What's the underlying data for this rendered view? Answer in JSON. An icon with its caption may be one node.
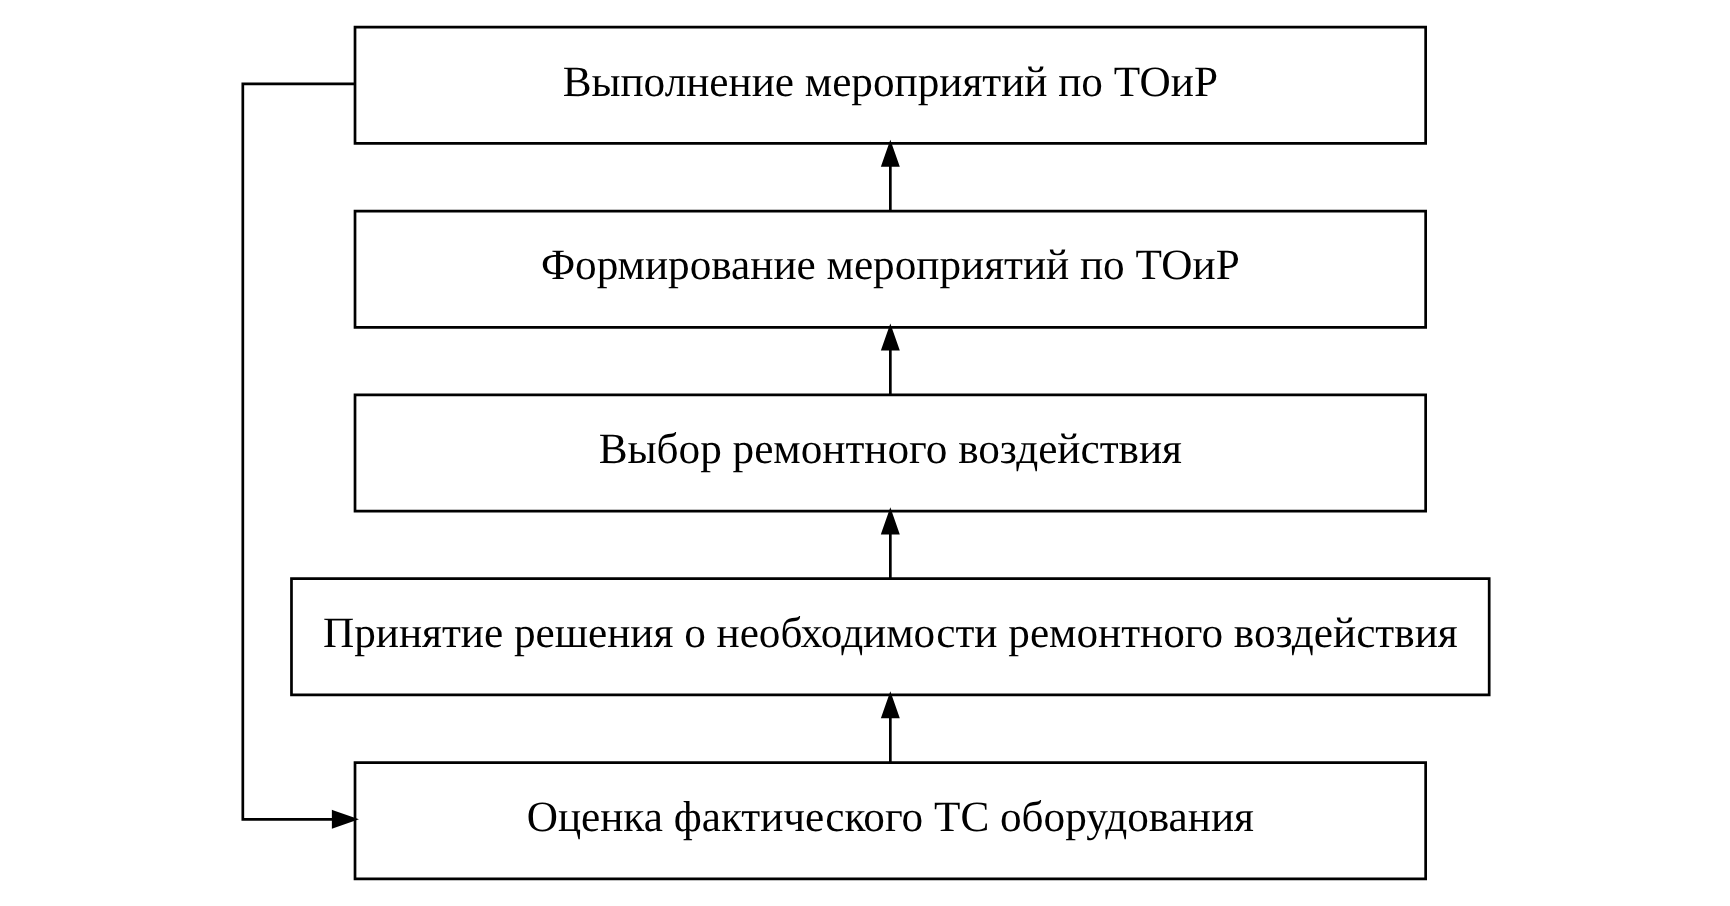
{
  "diagram": {
    "nodes": [
      {
        "text": [
          "Выполнение мероприятий по ТОиР"
        ]
      },
      {
        "text": [
          "Формирование мероприятий по ТОиР"
        ]
      },
      {
        "text": [
          "Выбор ремонтного воздействия"
        ]
      },
      {
        "text": [
          "Принятие решения о необходимости ремонтного воздействия"
        ]
      },
      {
        "text": [
          "Оценка фактического ТС оборудования"
        ]
      }
    ],
    "edges": [
      {
        "from": 4,
        "to": 3,
        "arrow": "to"
      },
      {
        "from": 3,
        "to": 2,
        "arrow": "to"
      },
      {
        "from": 2,
        "to": 1,
        "arrow": "to"
      },
      {
        "from": 1,
        "to": 0,
        "arrow": "to"
      },
      {
        "from": 0,
        "to": 4,
        "arrow": "to"
      }
    ]
  }
}
